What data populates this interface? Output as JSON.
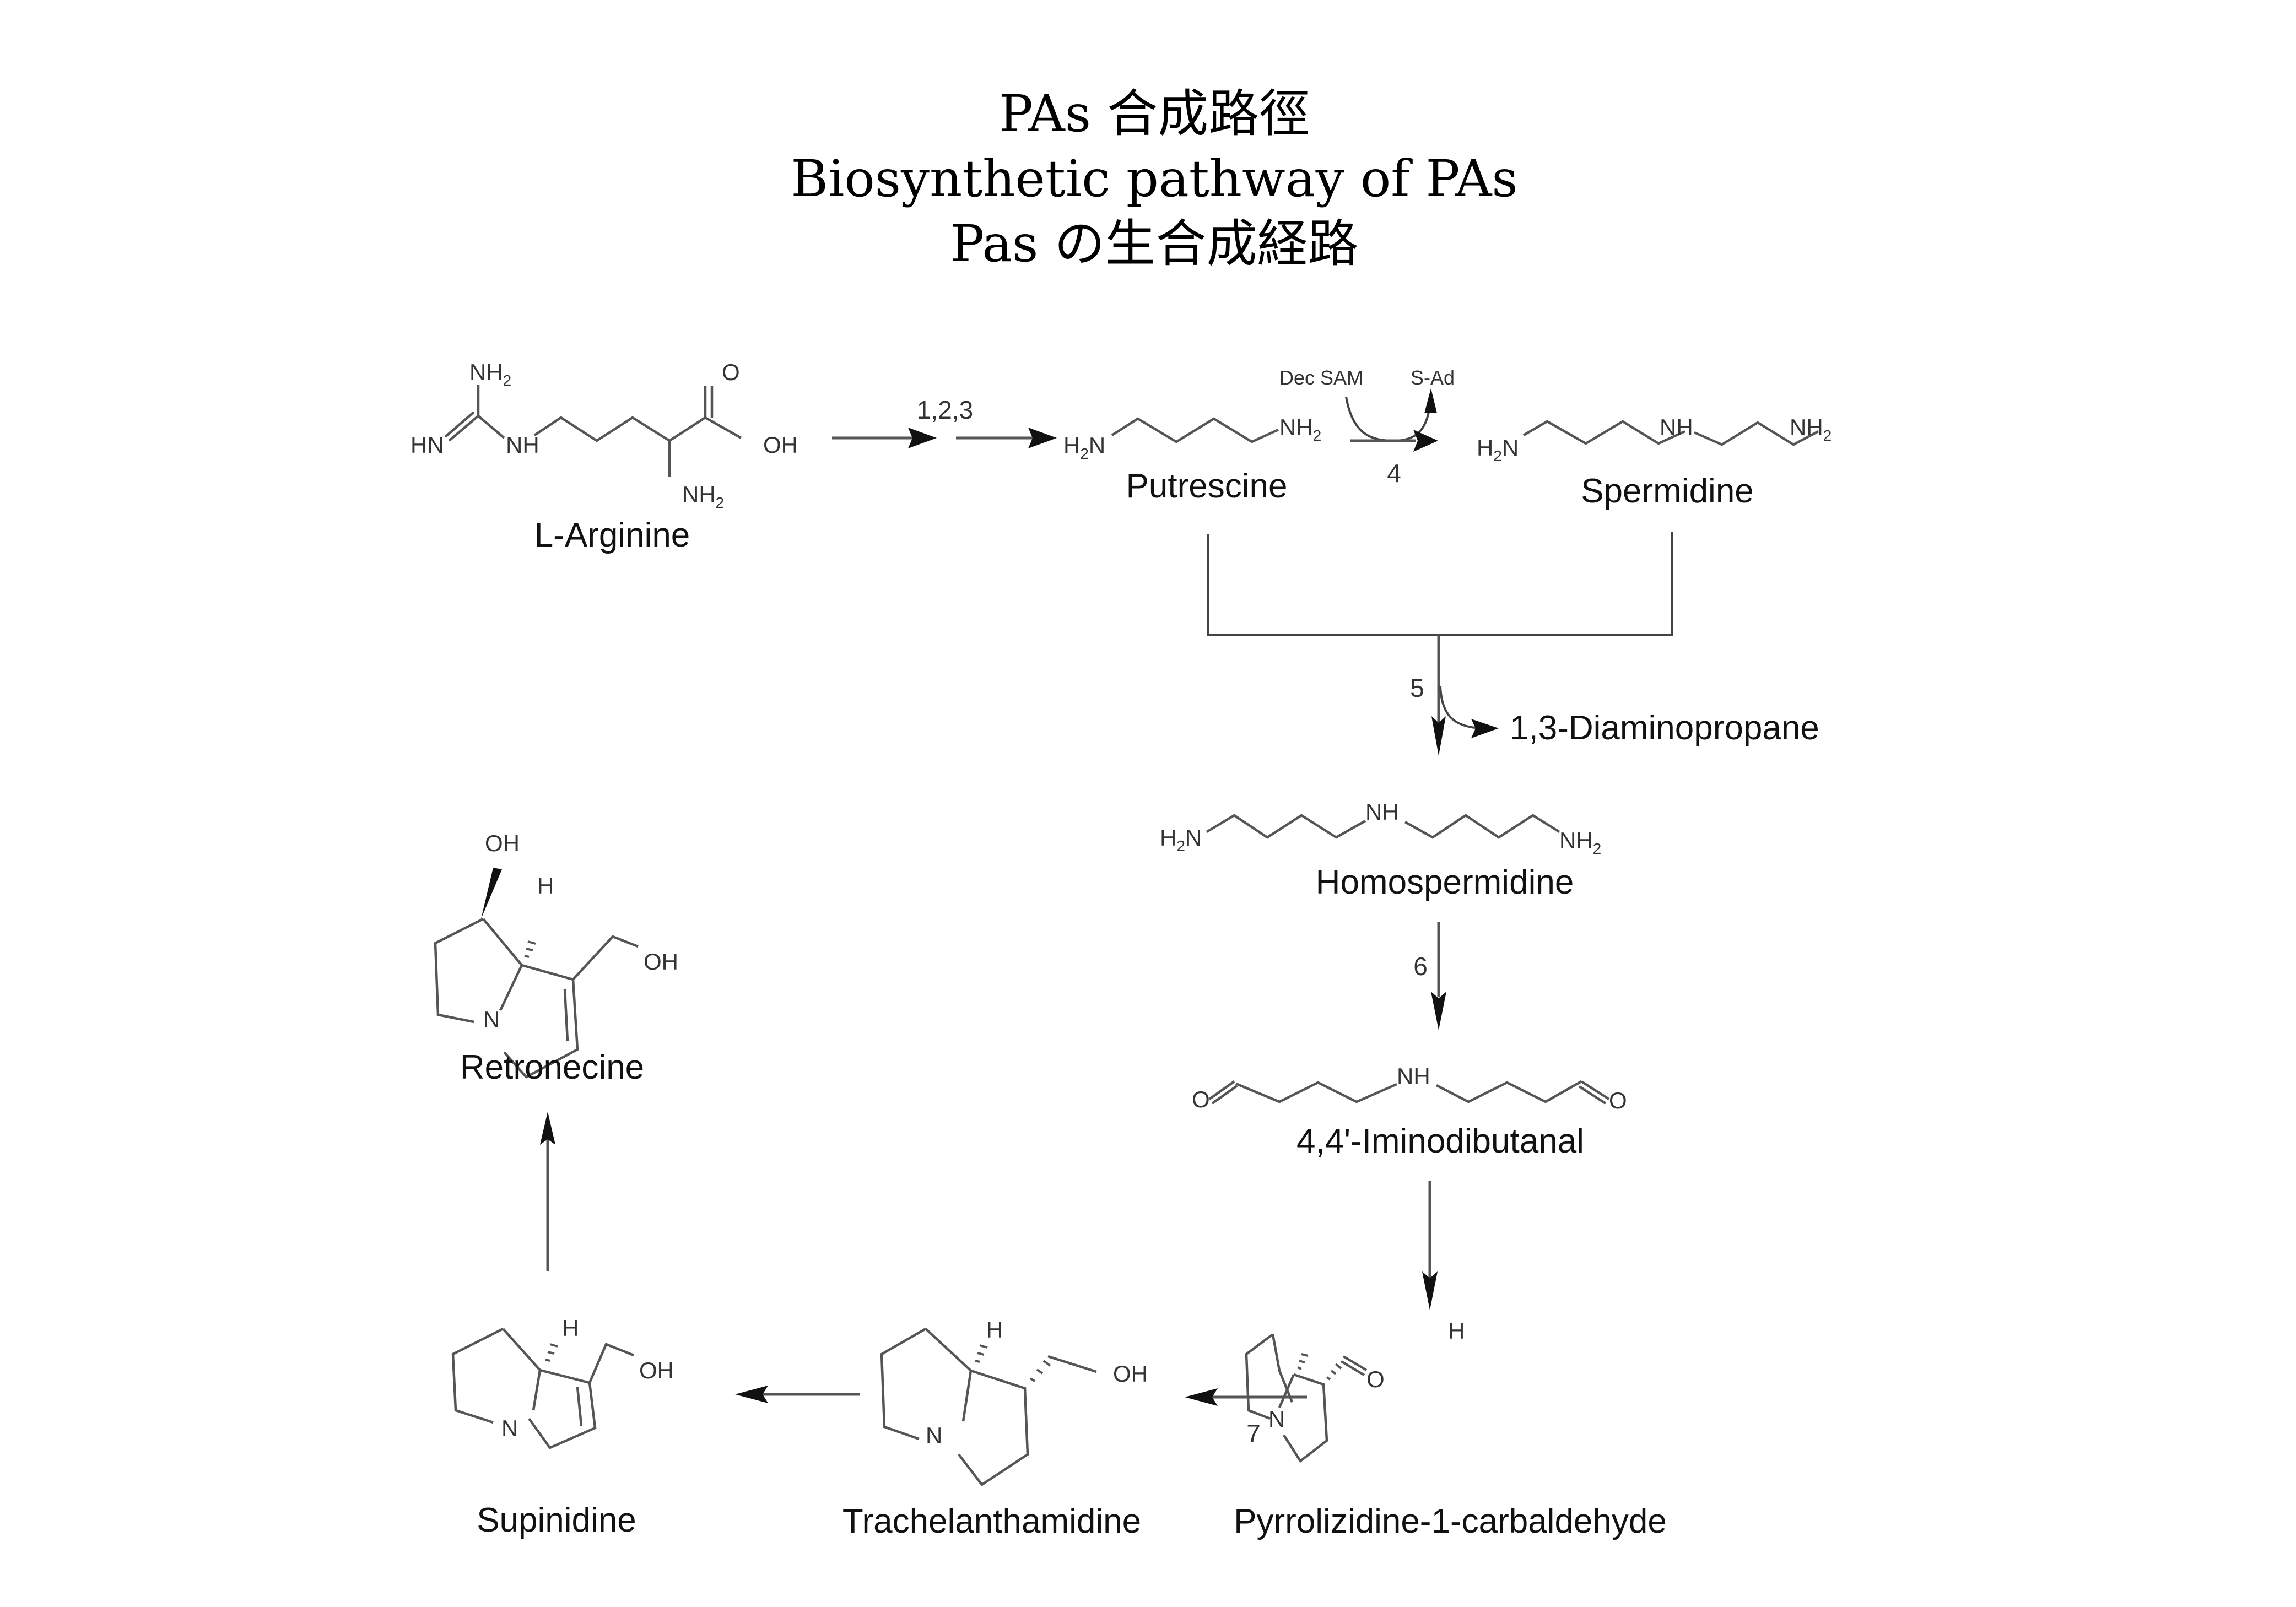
{
  "title": {
    "line1": "PAs 合成路徑",
    "line2": "Biosynthetic pathway of PAs",
    "line3": "Pas の生合成経路"
  },
  "compounds": {
    "arginine": {
      "name": "L-Arginine",
      "atoms": {
        "nh2_top": "NH",
        "hn": "HN",
        "nh": "NH",
        "o": "O",
        "oh": "OH",
        "nh2_bottom": "NH"
      }
    },
    "putrescine": {
      "name": "Putrescine",
      "atoms": {
        "h2n": "H",
        "h2n_n": "N",
        "nh2": "NH"
      }
    },
    "spermidine": {
      "name": "Spermidine",
      "atoms": {
        "h2n": "H",
        "h2n_n": "N",
        "nh": "NH",
        "nh2": "NH"
      }
    },
    "homospermidine": {
      "name": "Homospermidine",
      "atoms": {
        "h2n": "H",
        "h2n_n": "N",
        "nh": "NH",
        "nh2": "NH"
      }
    },
    "iminodibutanal": {
      "name": "4,4'-Iminodibutanal",
      "atoms": {
        "o_left": "O",
        "nh": "NH",
        "o_right": "O"
      }
    },
    "carbaldehyde": {
      "name": "Pyrrolizidine-1-carbaldehyde",
      "atoms": {
        "h": "H",
        "n": "N",
        "o": "O"
      }
    },
    "trachelanthamidine": {
      "name": "Trachelanthamidine",
      "atoms": {
        "h": "H",
        "n": "N",
        "oh": "OH"
      }
    },
    "supinidine": {
      "name": "Supinidine",
      "atoms": {
        "h": "H",
        "n": "N",
        "oh": "OH"
      }
    },
    "retronecine": {
      "name": "Retronecine",
      "atoms": {
        "oh_top": "OH",
        "h": "H",
        "n": "N",
        "oh": "OH"
      }
    }
  },
  "subscript": "2",
  "steps": {
    "s123": "1,2,3",
    "s4": "4",
    "s5": "5",
    "s6": "6",
    "s7": "7"
  },
  "cofactors": {
    "dec_sam": "Dec SAM",
    "s_ad": "S-Ad",
    "byproduct": "1,3-Diaminopropane"
  }
}
